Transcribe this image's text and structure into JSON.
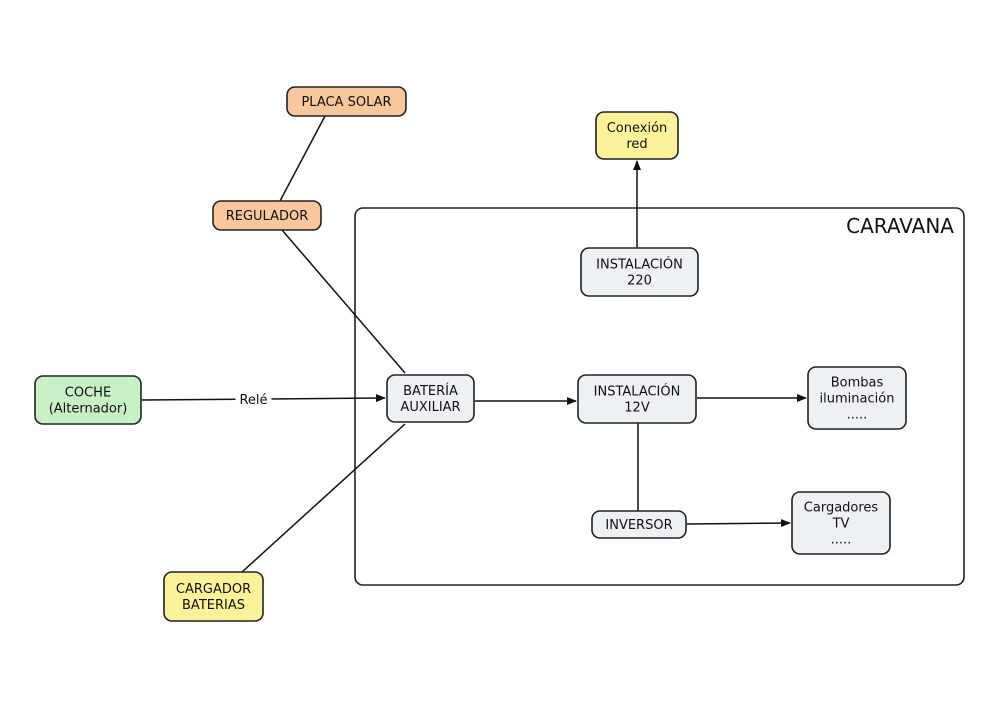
{
  "colors": {
    "solar": "#f8c79c",
    "red_electrica": "#fbf29a",
    "coche": "#c8f0c6",
    "caravana_node": "#eef1f4",
    "stroke": "#222222"
  },
  "container": {
    "title": "CARAVANA"
  },
  "nodes": {
    "placa_solar": {
      "lines": [
        "PLACA SOLAR"
      ],
      "color": "#f8c79c"
    },
    "regulador": {
      "lines": [
        "REGULADOR"
      ],
      "color": "#f8c79c"
    },
    "conexion_red": {
      "lines": [
        "Conexión",
        "red"
      ],
      "color": "#fbf29a"
    },
    "instalacion_220": {
      "lines": [
        "INSTALACIÓN",
        "220"
      ],
      "color": "#eef1f4"
    },
    "coche": {
      "lines": [
        "COCHE",
        "(Alternador)"
      ],
      "color": "#c8f0c6"
    },
    "bateria_auxiliar": {
      "lines": [
        "BATERÍA",
        "AUXILIAR"
      ],
      "color": "#eef1f4"
    },
    "instalacion_12v": {
      "lines": [
        "INSTALACIÓN",
        "12V"
      ],
      "color": "#eef1f4"
    },
    "bombas": {
      "lines": [
        "Bombas",
        "iluminación",
        "....."
      ],
      "color": "#eef1f4"
    },
    "inversor": {
      "lines": [
        "INVERSOR"
      ],
      "color": "#eef1f4"
    },
    "cargadores_tv": {
      "lines": [
        "Cargadores",
        "TV",
        "....."
      ],
      "color": "#eef1f4"
    },
    "cargador_baterias": {
      "lines": [
        "CARGADOR",
        "BATERIAS"
      ],
      "color": "#fbf29a"
    }
  },
  "edges": [
    {
      "id": "placa-regulador",
      "from": "placa_solar",
      "to": "regulador",
      "arrow": false
    },
    {
      "id": "regulador-bateria",
      "from": "regulador",
      "to": "bateria_auxiliar",
      "arrow": false
    },
    {
      "id": "coche-bateria",
      "from": "coche",
      "to": "bateria_auxiliar",
      "arrow": true,
      "label": "Relé"
    },
    {
      "id": "cargador-bateria",
      "from": "cargador_baterias",
      "to": "bateria_auxiliar",
      "arrow": false
    },
    {
      "id": "bateria-12v",
      "from": "bateria_auxiliar",
      "to": "instalacion_12v",
      "arrow": true
    },
    {
      "id": "12v-bombas",
      "from": "instalacion_12v",
      "to": "bombas",
      "arrow": true
    },
    {
      "id": "12v-inversor",
      "from": "instalacion_12v",
      "to": "inversor",
      "arrow": false
    },
    {
      "id": "inversor-cargadores",
      "from": "inversor",
      "to": "cargadores_tv",
      "arrow": true
    },
    {
      "id": "220-red",
      "from": "instalacion_220",
      "to": "conexion_red",
      "arrow": true
    }
  ]
}
